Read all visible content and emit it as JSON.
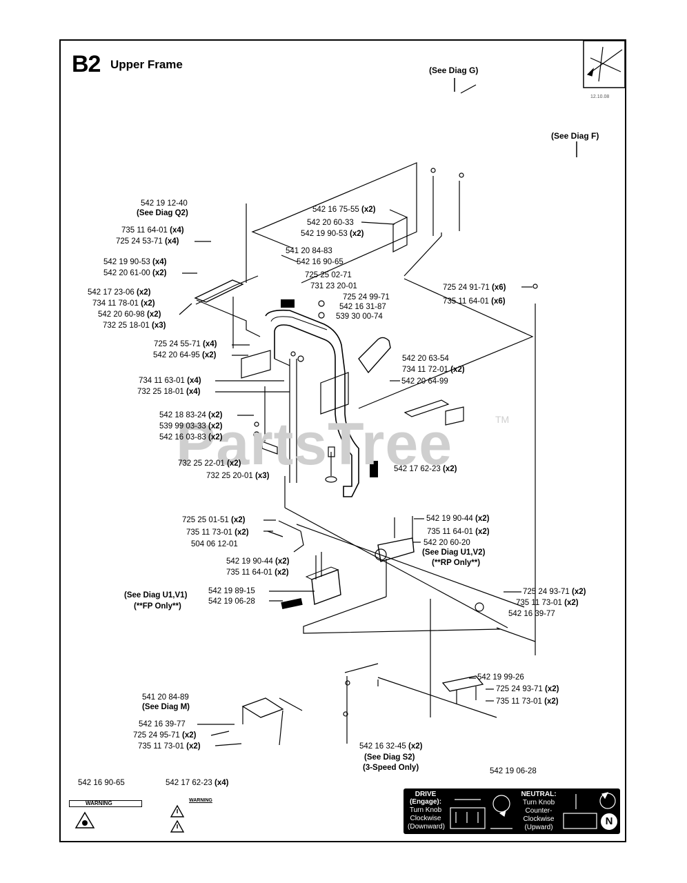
{
  "title": {
    "code": "B2",
    "name": "Upper Frame"
  },
  "corner_date": "12.10.08",
  "refs": {
    "diag_g": "(See Diag G)",
    "diag_f": "(See Diag F)",
    "diag_q2": "(See Diag Q2)",
    "diag_u1v2": "(See Diag U1,V2)",
    "rp_only": "(**RP Only**)",
    "diag_u1v1": "(See Diag U1,V1)",
    "fp_only": "(**FP Only**)",
    "diag_m": "(See Diag M)",
    "diag_s2": "(See Diag S2)",
    "three_speed": "(3-Speed Only)"
  },
  "parts": {
    "p5421912_40": "542 19 12-40",
    "p73511_64_01_x4": "735 11 64-01",
    "p72524_53_71_x4": "725 24 53-71",
    "p54219_90_53_x4": "542 19 90-53",
    "p54220_61_00_x2": "542 20 61-00",
    "p54217_23_06_x2": "542 17 23-06",
    "p73411_78_01_x2": "734 11 78-01",
    "p54220_60_98_x2": "542 20 60-98",
    "p73225_18_01_x3": "732 25 18-01",
    "p54216_75_55_x2": "542 16 75-55",
    "p54220_60_33": "542 20 60-33",
    "p54219_90_53_x2": "542 19 90-53",
    "p54120_84_83": "541 20 84-83",
    "p54216_90_65": "542 16 90-65",
    "p72525_02_71": "725 25 02-71",
    "p73123_20_01": "731 23 20-01",
    "p72524_99_71": "725 24 99-71",
    "p54216_31_87": "542 16 31-87",
    "p53930_00_74": "539 30 00-74",
    "p72524_91_71_x6": "725 24 91-71",
    "p73511_64_01_x6": "735 11 64-01",
    "p72524_55_71_x4": "725 24 55-71",
    "p54220_64_95_x2": "542 20 64-95",
    "p73411_63_01_x4": "734 11 63-01",
    "p73225_18_01_x4": "732 25 18-01",
    "p54220_63_54": "542 20 63-54",
    "p73411_72_01_x2": "734 11 72-01",
    "p54220_64_99": "542 20 64-99",
    "p54218_83_24_x2": "542 18 83-24",
    "p53999_03_33_x2": "539 99 03-33",
    "p54216_03_83_x2": "542 16 03-83",
    "p73225_22_01_x2": "732 25 22-01",
    "p73225_20_01_x3": "732 25 20-01",
    "p54217_62_23_x2": "542 17 62-23",
    "p72525_01_51_x2": "725 25 01-51",
    "p73511_73_01_x2a": "735 11 73-01",
    "p50406_12_01": "504 06 12-01",
    "p54219_90_44_x2a": "542 19 90-44",
    "p73511_64_01_x2a": "735 11 64-01",
    "p54220_60_20": "542 20 60-20",
    "p54219_90_44_x2b": "542 19 90-44",
    "p73511_64_01_x2b": "735 11 64-01",
    "p54219_89_15": "542 19 89-15",
    "p54219_06_28a": "542 19 06-28",
    "p72524_93_71_x2a": "725 24 93-71",
    "p73511_73_01_x2b": "735 11 73-01",
    "p54216_39_77a": "542 16 39-77",
    "p54219_99_26": "542 19 99-26",
    "p72524_93_71_x2b": "725 24 93-71",
    "p73511_73_01_x2c": "735 11 73-01",
    "p54120_84_89": "541 20 84-89",
    "p54216_39_77b": "542 16 39-77",
    "p72524_95_71_x2": "725 24 95-71",
    "p73511_73_01_x2d": "735 11 73-01",
    "p54216_32_45_x2": "542 16 32-45",
    "p54219_06_28b": "542 19 06-28",
    "p54216_90_65b": "542 16 90-65",
    "p54217_62_23_x4": "542 17 62-23"
  },
  "qty": {
    "x2": "(x2)",
    "x3": "(x3)",
    "x4": "(x4)",
    "x6": "(x6)"
  },
  "decals": {
    "warning": "WARNING",
    "drive_title": "DRIVE",
    "drive_engage": "(Engage):",
    "drive_l1": "Turn Knob",
    "drive_l2": "Clockwise",
    "drive_l3": "(Downward)",
    "neutral_title": "NEUTRAL:",
    "neutral_l1": "Turn Knob",
    "neutral_l2": "Counter-",
    "neutral_l3": "Clockwise",
    "neutral_l4": "(Upward)",
    "neutral_badge": "N"
  },
  "watermark": {
    "text": "PartsTree",
    "tm": "TM"
  },
  "icons": [
    "compass-icon",
    "warning-triangle-icon",
    "rotate-clockwise-icon",
    "rotate-counterclockwise-icon"
  ]
}
